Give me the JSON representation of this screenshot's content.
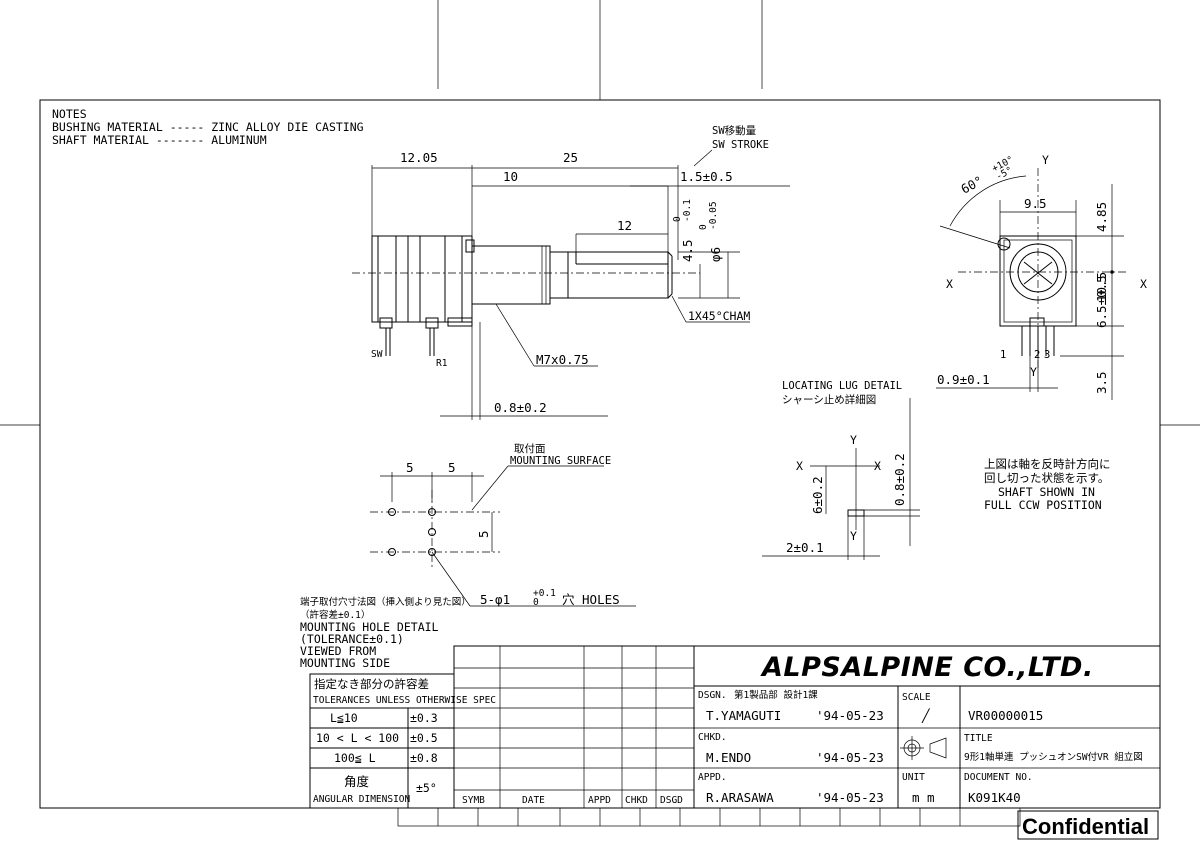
{
  "notes": {
    "title": "NOTES",
    "bushing": "BUSHING MATERIAL ----- ZINC ALLOY DIE CASTING",
    "shaft": "SHAFT MATERIAL ------- ALUMINUM"
  },
  "side_view": {
    "sw_stroke_jp": "SW移動量",
    "sw_stroke": "SW STROKE",
    "dim_12_05": "12.05",
    "dim_25": "25",
    "dim_10": "10",
    "dim_1_5": "1.5±0.5",
    "dim_12": "12",
    "dim_4_5": "4.5",
    "dim_4_5_tol_top": "0",
    "dim_4_5_tol_bot": "-0.1",
    "dim_phi6": "φ6",
    "dim_phi6_tol_top": "0",
    "dim_phi6_tol_bot": "-0.05",
    "chamfer": "1X45°CHAM",
    "thread": "M7x0.75",
    "dim_0_8": "0.8±0.2",
    "label_sw": "SW",
    "label_r1": "R1"
  },
  "front_view": {
    "angle": "60°",
    "angle_tol_top": "+10°",
    "angle_tol_bot": "-5°",
    "label_y_top": "Y",
    "label_y_bot": "Y",
    "label_x_left": "X",
    "label_x_right": "X",
    "dim_9_5": "9.5",
    "dim_4_85": "4.85",
    "dim_10_5": "10.5",
    "dim_6_5": "6.5±0.5",
    "dim_3_5": "3.5",
    "dim_0_9": "0.9±0.1",
    "pins": [
      "1",
      "2",
      "3"
    ]
  },
  "mounting": {
    "surface_jp": "取付面",
    "surface": "MOUNTING SURFACE",
    "dim_5a": "5",
    "dim_5b": "5",
    "dim_5c": "5",
    "holes_prefix": "5-φ1",
    "holes_tol_top": "+0.1",
    "holes_tol_bot": "0",
    "holes_suffix": "穴 HOLES",
    "detail_jp1": "端子取付穴寸法図（挿入側より見た図）",
    "detail_jp2": "（許容差±0.1）",
    "detail_en1": "MOUNTING HOLE DETAIL",
    "detail_en2": "(TOLERANCE±0.1)",
    "detail_en3": "VIEWED FROM",
    "detail_en4": "MOUNTING SIDE"
  },
  "lug_detail": {
    "title": "LOCATING LUG DETAIL",
    "title_jp": "シャーシ止め詳細図",
    "label_y_top": "Y",
    "label_y_bot": "Y",
    "label_x_left": "X",
    "label_x_right": "X",
    "dim_6": "6±0.2",
    "dim_0_8": "0.8±0.2",
    "dim_2": "2±0.1"
  },
  "ccw_note": {
    "jp1": "上図は軸を反時計方向に",
    "jp2": "回し切った状態を示す。",
    "en1": "SHAFT SHOWN IN",
    "en2": "FULL CCW POSITION"
  },
  "tolerance_table": {
    "header_jp": "指定なき部分の許容差",
    "header_en": "TOLERANCES UNLESS OTHERWISE SPEC",
    "rows": [
      {
        "range": "L≦10",
        "tol": "±0.3"
      },
      {
        "range": "10 < L < 100",
        "tol": "±0.5"
      },
      {
        "range": "100≦ L",
        "tol": "±0.8"
      }
    ],
    "angular_jp": "角度",
    "angular_en": "ANGULAR DIMENSION",
    "angular_tol": "±5°"
  },
  "revision_table": {
    "headers": [
      "SYMB",
      "DATE",
      "APPD",
      "CHKD",
      "DSGD"
    ]
  },
  "title_block": {
    "company": "ALPSALPINE CO.,LTD.",
    "dsgn_label": "DSGN.",
    "dsgn_dept": "第1製品部 設計1課",
    "dsgn_name": "T.YAMAGUTI",
    "dsgn_date": "'94-05-23",
    "chkd_label": "CHKD.",
    "chkd_name": "M.ENDO",
    "chkd_date": "'94-05-23",
    "appd_label": "APPD.",
    "appd_name": "R.ARASAWA",
    "appd_date": "'94-05-23",
    "scale_label": "SCALE",
    "scale_value": "╱",
    "unit_label": "UNIT",
    "unit_value": "m m",
    "drawing_no": "VR00000015",
    "title_label": "TITLE",
    "title_value": "9形1軸単連 プッシュオンSW付VR 組立図",
    "docno_label": "DOCUMENT NO.",
    "docno_value": "K091K40"
  },
  "confidential": "Confidential"
}
